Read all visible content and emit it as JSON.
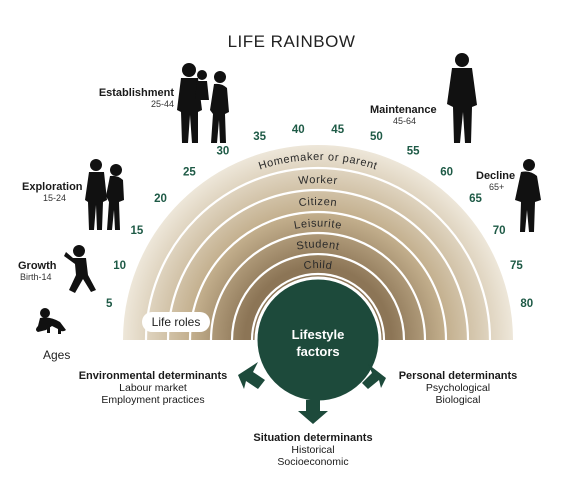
{
  "title": "LIFE RAINBOW",
  "stages": {
    "establishment": {
      "label": "Establishment",
      "range": "25-44"
    },
    "maintenance": {
      "label": "Maintenance",
      "range": "45-64"
    },
    "exploration": {
      "label": "Exploration",
      "range": "15-24"
    },
    "decline": {
      "label": "Decline",
      "range": "65+"
    },
    "growth": {
      "label": "Growth",
      "range": "Birth-14"
    }
  },
  "ages_label": "Ages",
  "age_ticks": [
    "5",
    "10",
    "15",
    "20",
    "25",
    "30",
    "35",
    "40",
    "45",
    "50",
    "55",
    "60",
    "65",
    "70",
    "75",
    "80"
  ],
  "roles": [
    "Homemaker or parent",
    "Worker",
    "Citizen",
    "Leisurite",
    "Student",
    "Child"
  ],
  "life_roles_label": "Life roles",
  "center": {
    "line1": "Lifestyle",
    "line2": "factors"
  },
  "determinants": {
    "environmental": {
      "title": "Environmental determinants",
      "items": [
        "Labour market",
        "Employment practices"
      ]
    },
    "personal": {
      "title": "Personal determinants",
      "items": [
        "Psychological",
        "Biological"
      ]
    },
    "situation": {
      "title": "Situation determinants",
      "items": [
        "Historical",
        "Socioeconomic"
      ]
    }
  },
  "colors": {
    "arc_outer": "#f2ede2",
    "arc_inner": "#a08a6a",
    "age_text": "#1e5a46",
    "center_fill": "#1d4a3b",
    "arrow": "#1d4a3b",
    "silhouette": "#111111"
  },
  "icons": [
    "baby-silhouette-icon",
    "child-silhouette-icon",
    "young-couple-silhouette-icon",
    "family-silhouette-icon",
    "man-in-suit-silhouette-icon",
    "elderly-woman-silhouette-icon",
    "arrow-left-icon",
    "arrow-down-icon",
    "arrow-right-icon"
  ]
}
